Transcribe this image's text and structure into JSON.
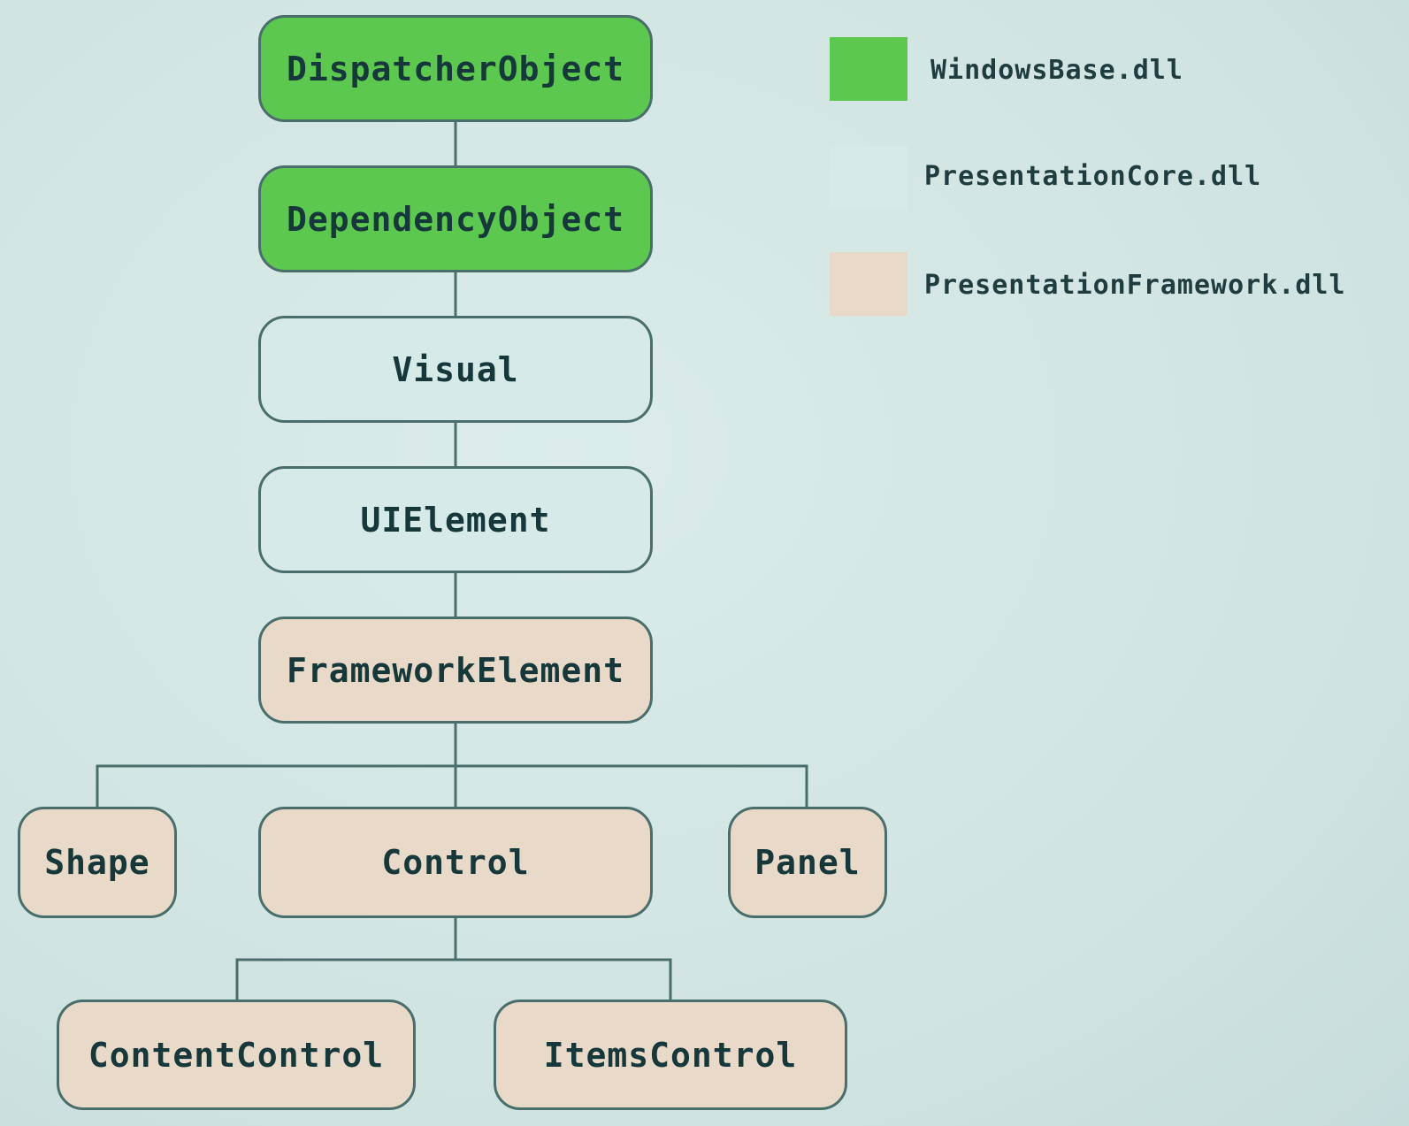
{
  "colors": {
    "windowsbase": "#5dc850",
    "presentationcore": "#d6eae8",
    "presentationframework": "#e8d9c9",
    "line": "#4a6e6b"
  },
  "nodes": {
    "dispatcher_object": "DispatcherObject",
    "dependency_object": "DependencyObject",
    "visual": "Visual",
    "ui_element": "UIElement",
    "framework_element": "FrameworkElement",
    "shape": "Shape",
    "control": "Control",
    "panel": "Panel",
    "content_control": "ContentControl",
    "items_control": "ItemsControl"
  },
  "legend": [
    {
      "label": "WindowsBase.dll",
      "color": "#5dc850"
    },
    {
      "label": "PresentationCore.dll",
      "color": "#d6eae8"
    },
    {
      "label": "PresentationFramework.dll",
      "color": "#e8d9c9"
    }
  ]
}
